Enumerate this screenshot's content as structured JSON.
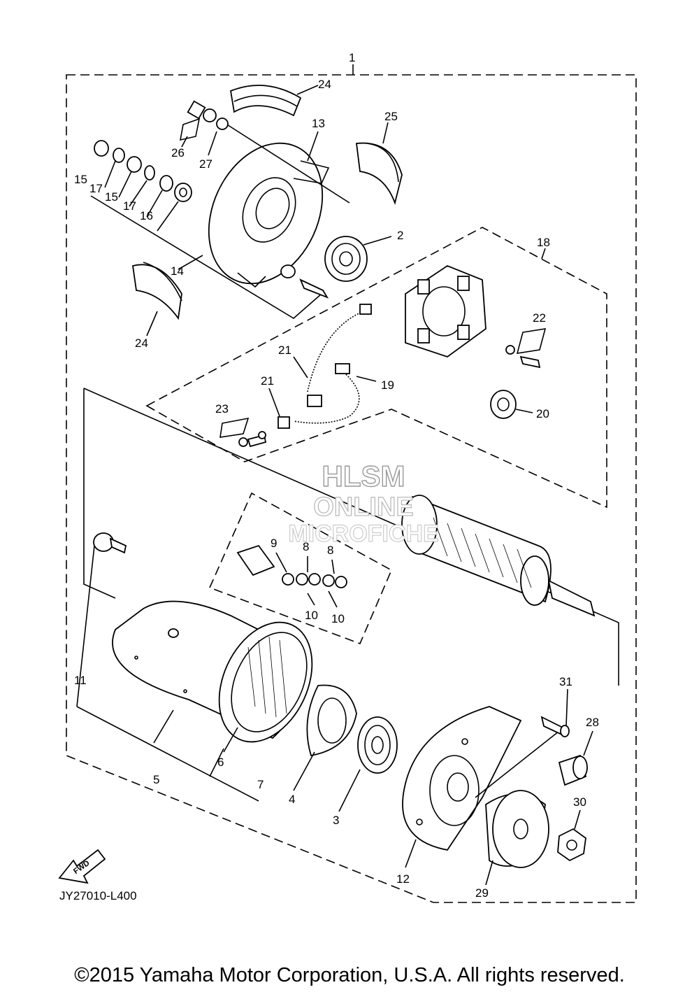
{
  "diagram": {
    "part_labels": [
      "1",
      "2",
      "3",
      "4",
      "5",
      "6",
      "7",
      "8",
      "8",
      "9",
      "10",
      "10",
      "11",
      "12",
      "13",
      "14",
      "15",
      "15",
      "16",
      "17",
      "17",
      "18",
      "19",
      "20",
      "21",
      "21",
      "22",
      "23",
      "24",
      "24",
      "25",
      "26",
      "27",
      "28",
      "29",
      "30",
      "31"
    ],
    "fwd_icon": "FWD",
    "drawing_code": "JY27010-L400",
    "watermark": [
      "HLSM",
      "ONLINE",
      "MICROFICHE"
    ]
  },
  "footer": {
    "copyright": "©2015 Yamaha Motor Corporation, U.S.A. All rights reserved."
  }
}
